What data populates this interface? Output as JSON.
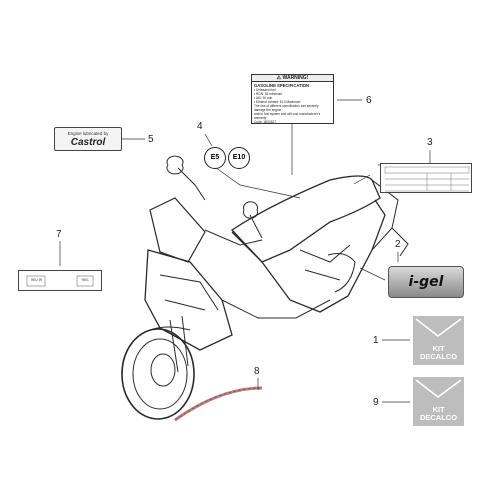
{
  "callouts": {
    "c1": "1",
    "c2": "2",
    "c3": "3",
    "c4": "4",
    "c5": "5",
    "c6": "6",
    "c7": "7",
    "c8": "8",
    "c9": "9"
  },
  "warning_label": {
    "header": "⚠ WARNING!",
    "title": "GASOLINE SPECIFICATION",
    "lines": [
      "• Unleaded fuel",
      "• RON: 95 minimum",
      "• AKI: 91 min",
      "• Ethanol content: E10 Maximum",
      "The use of different specification can severely damage the engine",
      "and/or fuel system and will void manufacturer's warranty"
    ],
    "code": "Code: 1B00817"
  },
  "oil_label": {
    "top": "Engine lubricated by",
    "brand": "Castrol"
  },
  "fuel_badges": [
    "E5",
    "E10"
  ],
  "kit_labels": [
    {
      "line1": "KIT",
      "line2": "DECALCO"
    },
    {
      "line1": "KIT",
      "line2": "DECALCO"
    }
  ],
  "brand_badge": "i-gel",
  "small_plate": {
    "left": "HEU 99",
    "right": "YB01"
  }
}
